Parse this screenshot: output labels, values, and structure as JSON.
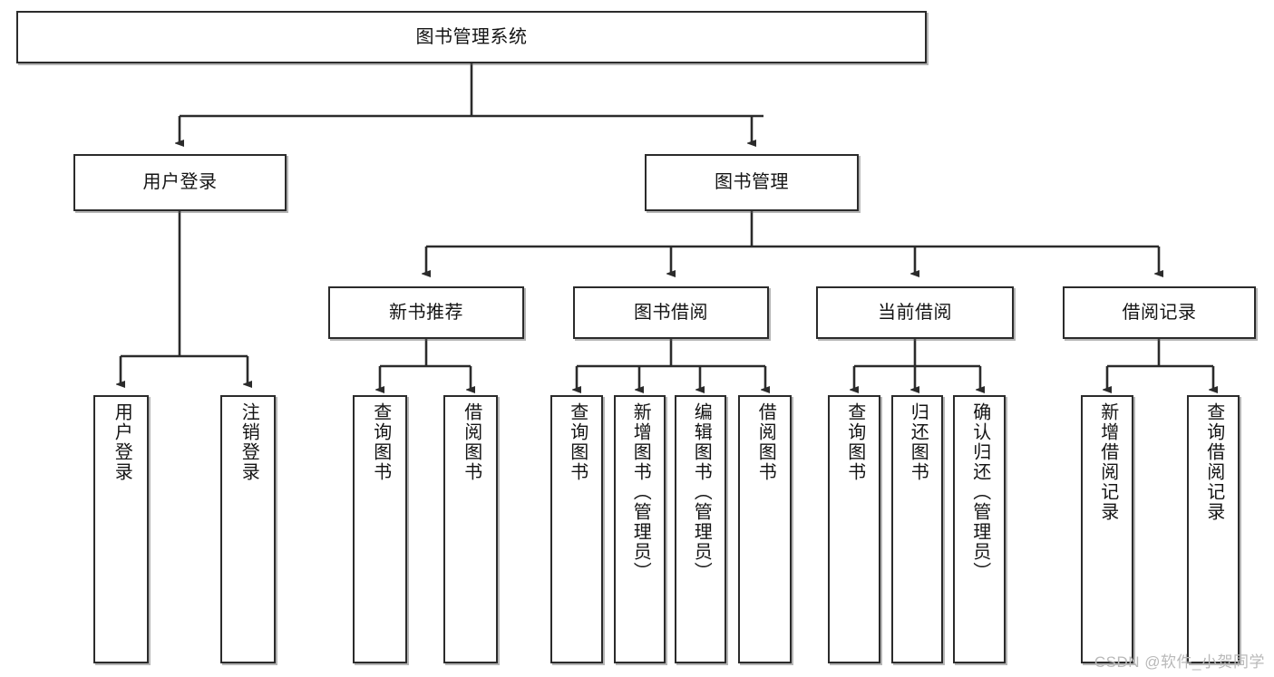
{
  "diagram": {
    "title": "图书管理系统",
    "watermark": "CSDN @软件_小贺同学",
    "colors": {
      "box_border": "#2b2b2b",
      "box_fill": "#ffffff",
      "edge": "#2b2b2b",
      "text": "#141414",
      "watermark": "#b9b9b9"
    },
    "levels": {
      "root": {
        "label": "图书管理系统"
      },
      "level2": [
        {
          "key": "user_login",
          "label": "用户登录"
        },
        {
          "key": "book_manage",
          "label": "图书管理"
        }
      ],
      "level3": [
        {
          "key": "new_book_rec",
          "label": "新书推荐"
        },
        {
          "key": "book_borrow",
          "label": "图书借阅"
        },
        {
          "key": "current_borrow",
          "label": "当前借阅"
        },
        {
          "key": "borrow_record",
          "label": "借阅记录"
        }
      ],
      "leaves": {
        "user_login": [
          {
            "key": "leaf_user_login",
            "label": "用户登录"
          },
          {
            "key": "leaf_user_logout",
            "label": "注销登录"
          }
        ],
        "new_book_rec": [
          {
            "key": "leaf_query_book_1",
            "label": "查询图书"
          },
          {
            "key": "leaf_borrow_book_1",
            "label": "借阅图书"
          }
        ],
        "book_borrow": [
          {
            "key": "leaf_query_book_2",
            "label": "查询图书"
          },
          {
            "key": "leaf_add_book",
            "label": "新增图书（管理员）"
          },
          {
            "key": "leaf_edit_book",
            "label": "编辑图书（管理员）"
          },
          {
            "key": "leaf_borrow_book_2",
            "label": "借阅图书"
          }
        ],
        "current_borrow": [
          {
            "key": "leaf_query_book_3",
            "label": "查询图书"
          },
          {
            "key": "leaf_return_book",
            "label": "归还图书"
          },
          {
            "key": "leaf_confirm_return",
            "label": "确认归还（管理员）"
          }
        ],
        "borrow_record": [
          {
            "key": "leaf_add_record",
            "label": "新增借阅记录"
          },
          {
            "key": "leaf_query_record",
            "label": "查询借阅记录"
          }
        ]
      }
    }
  }
}
